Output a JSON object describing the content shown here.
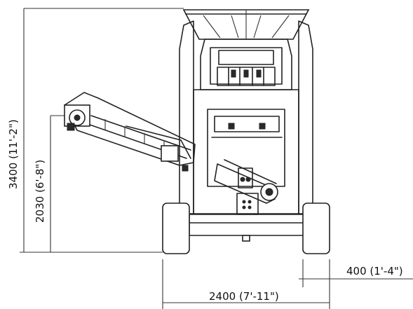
{
  "dimensions": {
    "total_height": "3400 (11'-2\")",
    "conveyor_height": "2030 (6'-8\")",
    "total_width": "2400 (7'-11\")",
    "side_offset": "400 (1'-4\")"
  },
  "colors": {
    "line": "#222222",
    "background": "#ffffff"
  }
}
